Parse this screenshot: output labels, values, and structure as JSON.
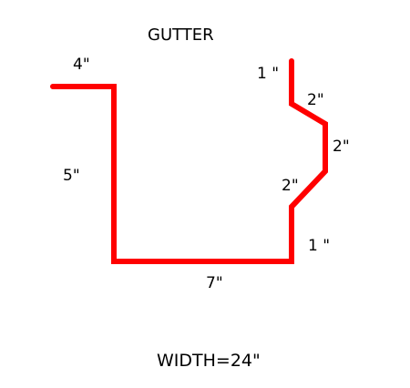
{
  "title": "GUTTER",
  "width_label": "WIDTH=24\"",
  "stroke_color": "#ff0000",
  "dimensions": {
    "top_flange": "4\"",
    "back_height": "5\"",
    "bottom": "7\"",
    "front_top": "1 \"",
    "front_upper_diag": "2\"",
    "front_vertical": "2\"",
    "front_lower_diag": "2\"",
    "front_bottom": "1 \""
  }
}
